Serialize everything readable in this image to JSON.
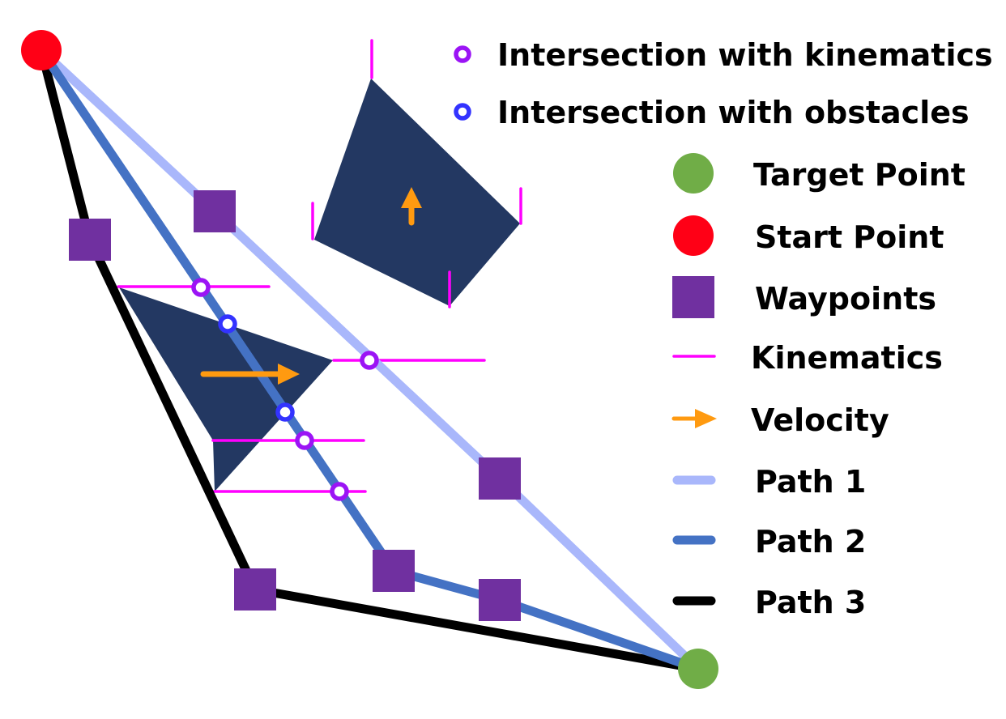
{
  "colors": {
    "background": "#ffffff",
    "start": "#ff0016",
    "target": "#70ad47",
    "waypoint": "#7030a0",
    "kinematics": "#ff00ff",
    "velocity": "#ff9a10",
    "path1": "#a9b7fb",
    "path2": "#4472c4",
    "path3": "#000000",
    "obstacle": "#233862",
    "intersect_kinematics": "#9b14f5",
    "intersect_obstacles": "#3333ff"
  },
  "legend": {
    "intersect_kinematics": "Intersection with kinematics",
    "intersect_obstacles": "Intersection with obstacles",
    "target": "Target Point",
    "start": "Start Point",
    "waypoints": "Waypoints",
    "kinematics": "Kinematics",
    "velocity": "Velocity",
    "path1": "Path 1",
    "path2": "Path 2",
    "path3": "Path 3"
  }
}
